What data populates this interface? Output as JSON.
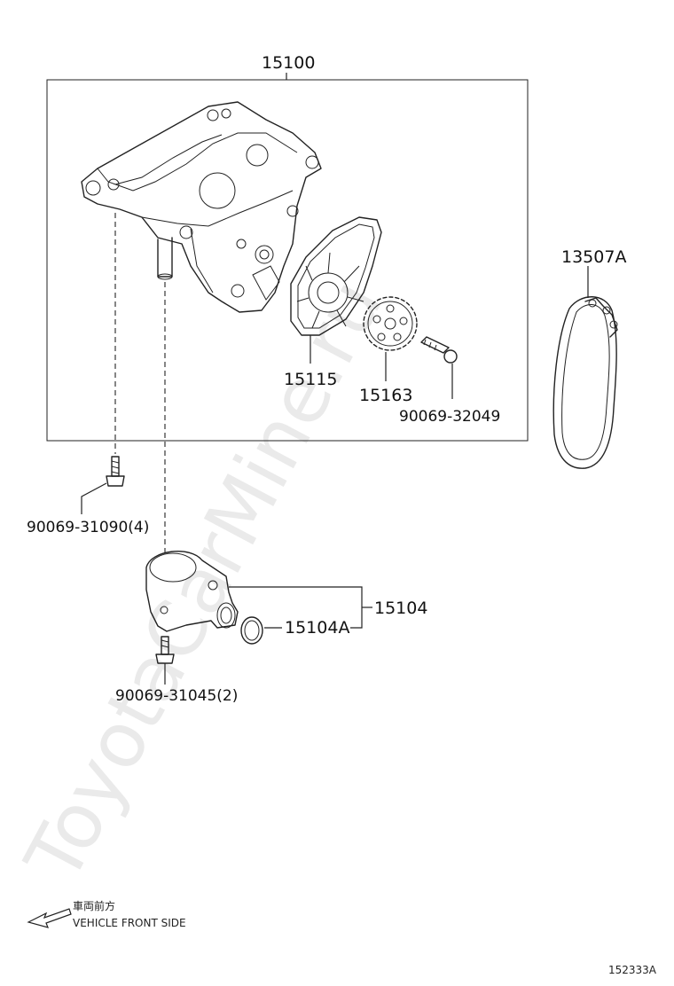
{
  "labels": {
    "assembly": "15100",
    "gasket": "15115",
    "gear": "15163",
    "bolt_gear": "90069-32049",
    "chain": "13507A",
    "bolt_pump": "90069-31090(4)",
    "strainer": "15104",
    "oring": "15104A",
    "bolt_strainer": "90069-31045(2)"
  },
  "legend": {
    "japanese": "車両前方",
    "english": "VEHICLE FRONT SIDE"
  },
  "figure_id": "152333A",
  "watermark": "ToyotaCarMine.ru"
}
